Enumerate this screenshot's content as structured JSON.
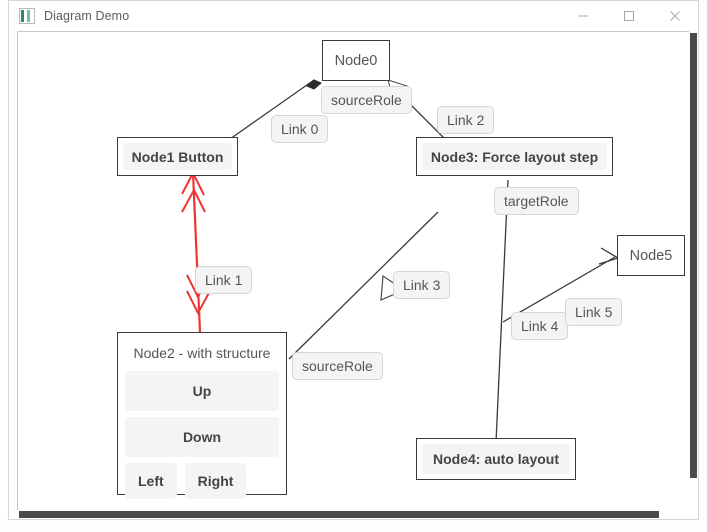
{
  "window": {
    "title": "Diagram Demo",
    "icon": "app-icon",
    "controls": {
      "minimize": "minimize-icon",
      "maximize": "maximize-icon",
      "close": "close-icon"
    }
  },
  "diagram": {
    "nodes": [
      {
        "id": "node0",
        "label": "Node0",
        "style": "plain"
      },
      {
        "id": "node1",
        "label": "Node1 Button",
        "style": "button"
      },
      {
        "id": "node3",
        "label": "Node3: Force layout step",
        "style": "button"
      },
      {
        "id": "node4",
        "label": "Node4: auto layout",
        "style": "button"
      },
      {
        "id": "node5",
        "label": "Node5",
        "style": "plain"
      }
    ],
    "node2": {
      "title": "Node2 - with structure",
      "buttons": [
        "Up",
        "Down"
      ],
      "small_buttons": [
        "Left",
        "Right"
      ]
    },
    "link_labels": [
      {
        "id": "link0",
        "text": "Link 0"
      },
      {
        "id": "link1",
        "text": "Link 1"
      },
      {
        "id": "link2",
        "text": "Link 2"
      },
      {
        "id": "link3",
        "text": "Link 3"
      },
      {
        "id": "link4",
        "text": "Link 4"
      },
      {
        "id": "link5",
        "text": "Link 5"
      }
    ],
    "role_labels": [
      {
        "id": "source-role-0",
        "text": "sourceRole"
      },
      {
        "id": "target-role-2",
        "text": "targetRole"
      },
      {
        "id": "source-role-3",
        "text": "sourceRole"
      }
    ],
    "colors": {
      "link_default": "#3a3a3a",
      "link_highlight": "#f03434",
      "node_border": "#3a3a3a",
      "button_fill": "#f4f4f4",
      "label_fill": "#f4f4f4"
    }
  }
}
